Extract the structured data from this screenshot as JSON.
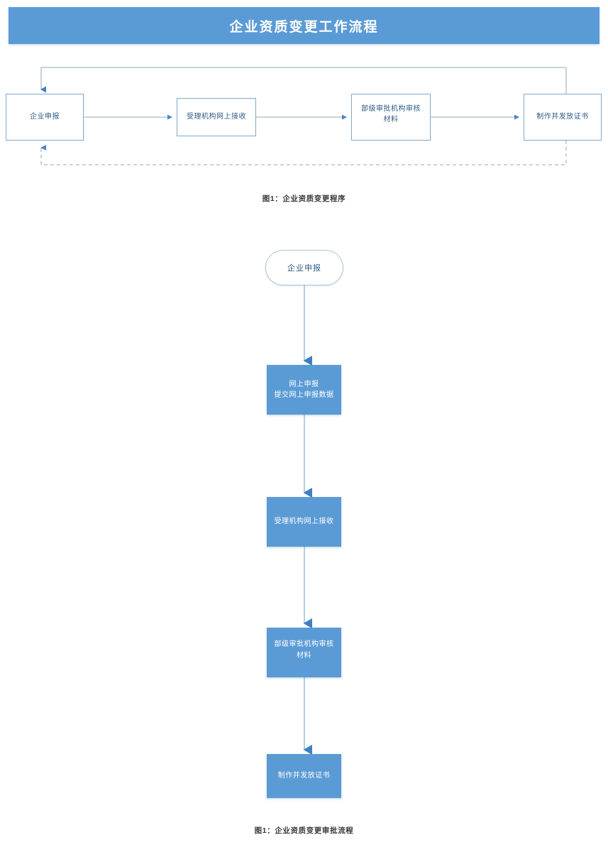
{
  "page": {
    "background_color": "#ffffff",
    "accent_color": "#5B9BD5",
    "line_color": "#9DC3E6",
    "box_text_color": "#2F5C86"
  },
  "header": {
    "title": "企业资质变更工作流程"
  },
  "flowchart_top": {
    "caption": "图1：企业资质变更程序",
    "nodes": [
      {
        "id": "apply",
        "label": "企业申报",
        "label_line1": "企业申报",
        "label_line2": ""
      },
      {
        "id": "receive",
        "label": "受理机构网上接收",
        "label_line1": "受理机构网上接收",
        "label_line2": ""
      },
      {
        "id": "review",
        "label": "部级审批机构审核材料",
        "label_line1": "部级审批机构审核",
        "label_line2": "材料"
      },
      {
        "id": "issue",
        "label": "制作并发放证书",
        "label_line1": "制作并发放证书",
        "label_line2": ""
      }
    ],
    "connectors": [
      {
        "from": "apply",
        "to": "receive",
        "style": "solid"
      },
      {
        "from": "receive",
        "to": "review",
        "style": "solid"
      },
      {
        "from": "review",
        "to": "issue",
        "style": "solid"
      },
      {
        "from": "issue",
        "to": "apply",
        "style": "solid",
        "route": "top-return"
      },
      {
        "from": "issue",
        "to": "apply",
        "style": "dashed",
        "route": "bottom-return"
      }
    ]
  },
  "flowchart_bottom": {
    "caption": "图1：企业资质变更审批流程",
    "start_node": {
      "id": "start",
      "label": "企业申报",
      "shape": "rounded"
    },
    "nodes": [
      {
        "id": "online-apply",
        "label": "网上申报 提交网上申报数据",
        "label_line1": "网上申报",
        "label_line2": "提交网上申报数据"
      },
      {
        "id": "receive",
        "label": "受理机构网上接收",
        "label_line1": "受理机构网上接收",
        "label_line2": ""
      },
      {
        "id": "review",
        "label": "部级审批机构审核材料",
        "label_line1": "部级审批机构审核",
        "label_line2": "材料"
      },
      {
        "id": "issue",
        "label": "制作并发放证书",
        "label_line1": "制作并发放证书",
        "label_line2": ""
      }
    ],
    "connectors": [
      {
        "from": "start",
        "to": "online-apply",
        "style": "solid"
      },
      {
        "from": "online-apply",
        "to": "receive",
        "style": "solid"
      },
      {
        "from": "receive",
        "to": "review",
        "style": "solid"
      },
      {
        "from": "review",
        "to": "issue",
        "style": "solid"
      }
    ]
  }
}
